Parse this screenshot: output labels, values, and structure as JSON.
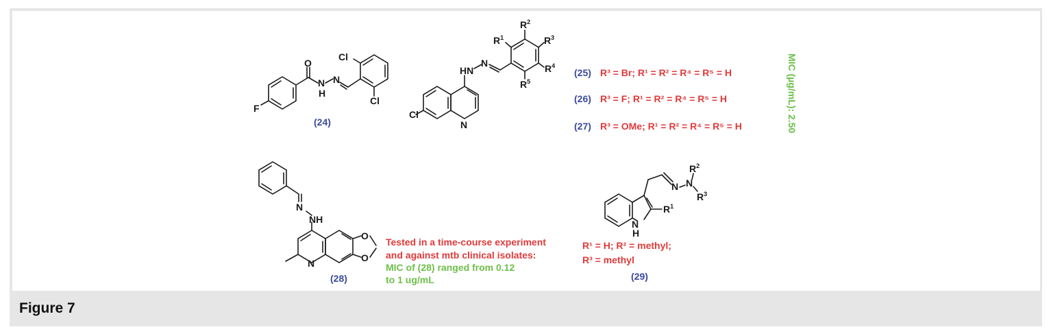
{
  "caption": "Figure 7",
  "colors": {
    "compound_label": "#3a4a9c",
    "substituent_text": "#e03a3a",
    "mic_text": "#6cbf4a"
  },
  "atoms": {
    "cl": "Cl",
    "f": "F",
    "o": "O",
    "n": "N",
    "h": "H",
    "hn": "HN",
    "nh": "NH",
    "r1": "R",
    "r": "R",
    "s1": "1",
    "s2": "2",
    "s3": "3",
    "s4": "4",
    "s5": "5"
  },
  "compounds": {
    "c24": {
      "label": "(24)"
    },
    "c25_27": {
      "rows": [
        {
          "label": "(25)",
          "text": "R³ = Br; R¹ = R² = R⁴ = R⁵ = H"
        },
        {
          "label": "(26)",
          "text": "R³ = F; R¹ = R² = R⁴ = R⁵ = H"
        },
        {
          "label": "(27)",
          "text": "R³ = OMe; R¹ = R² = R⁴ = R⁵ = H"
        }
      ],
      "mic_note": "MIC (µg/mL): 2.50"
    },
    "c28": {
      "label": "(28)",
      "note_red": [
        "Tested in a time-course experiment",
        "and against mtb clinical isolates:"
      ],
      "note_green": [
        "MIC of (28) ranged from 0.12",
        "to 1 ug/mL"
      ]
    },
    "c29": {
      "label": "(29)",
      "substituents": [
        "R¹ = H;  R² = methyl;",
        "R³ = methyl"
      ]
    }
  }
}
